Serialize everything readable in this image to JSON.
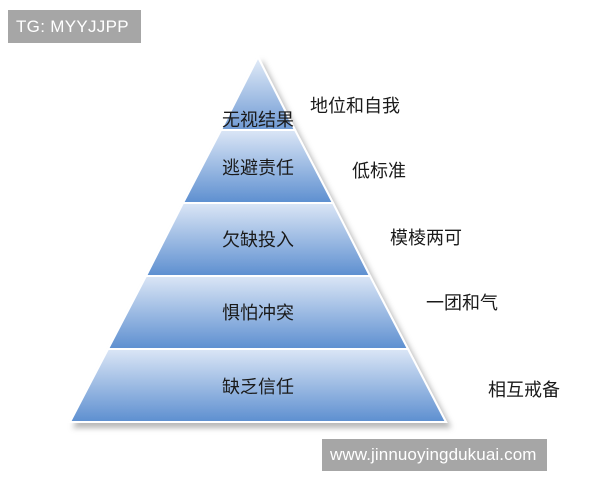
{
  "watermarks": {
    "top": "TG: MYYJJPP",
    "bottom": "www.jinnuoyingdukuai.com"
  },
  "pyramid": {
    "tiers": [
      {
        "label": "无视结果",
        "side_label": "地位和自我"
      },
      {
        "label": "逃避责任",
        "side_label": "低标准"
      },
      {
        "label": "欠缺投入",
        "side_label": "模棱两可"
      },
      {
        "label": "惧怕冲突",
        "side_label": "一团和气"
      },
      {
        "label": "缺乏信任",
        "side_label": "相互戒备"
      }
    ],
    "colors": {
      "tier_top": "#dbe6f6",
      "tier_bottom": "#5b8ed0",
      "separator": "#ffffff"
    }
  }
}
